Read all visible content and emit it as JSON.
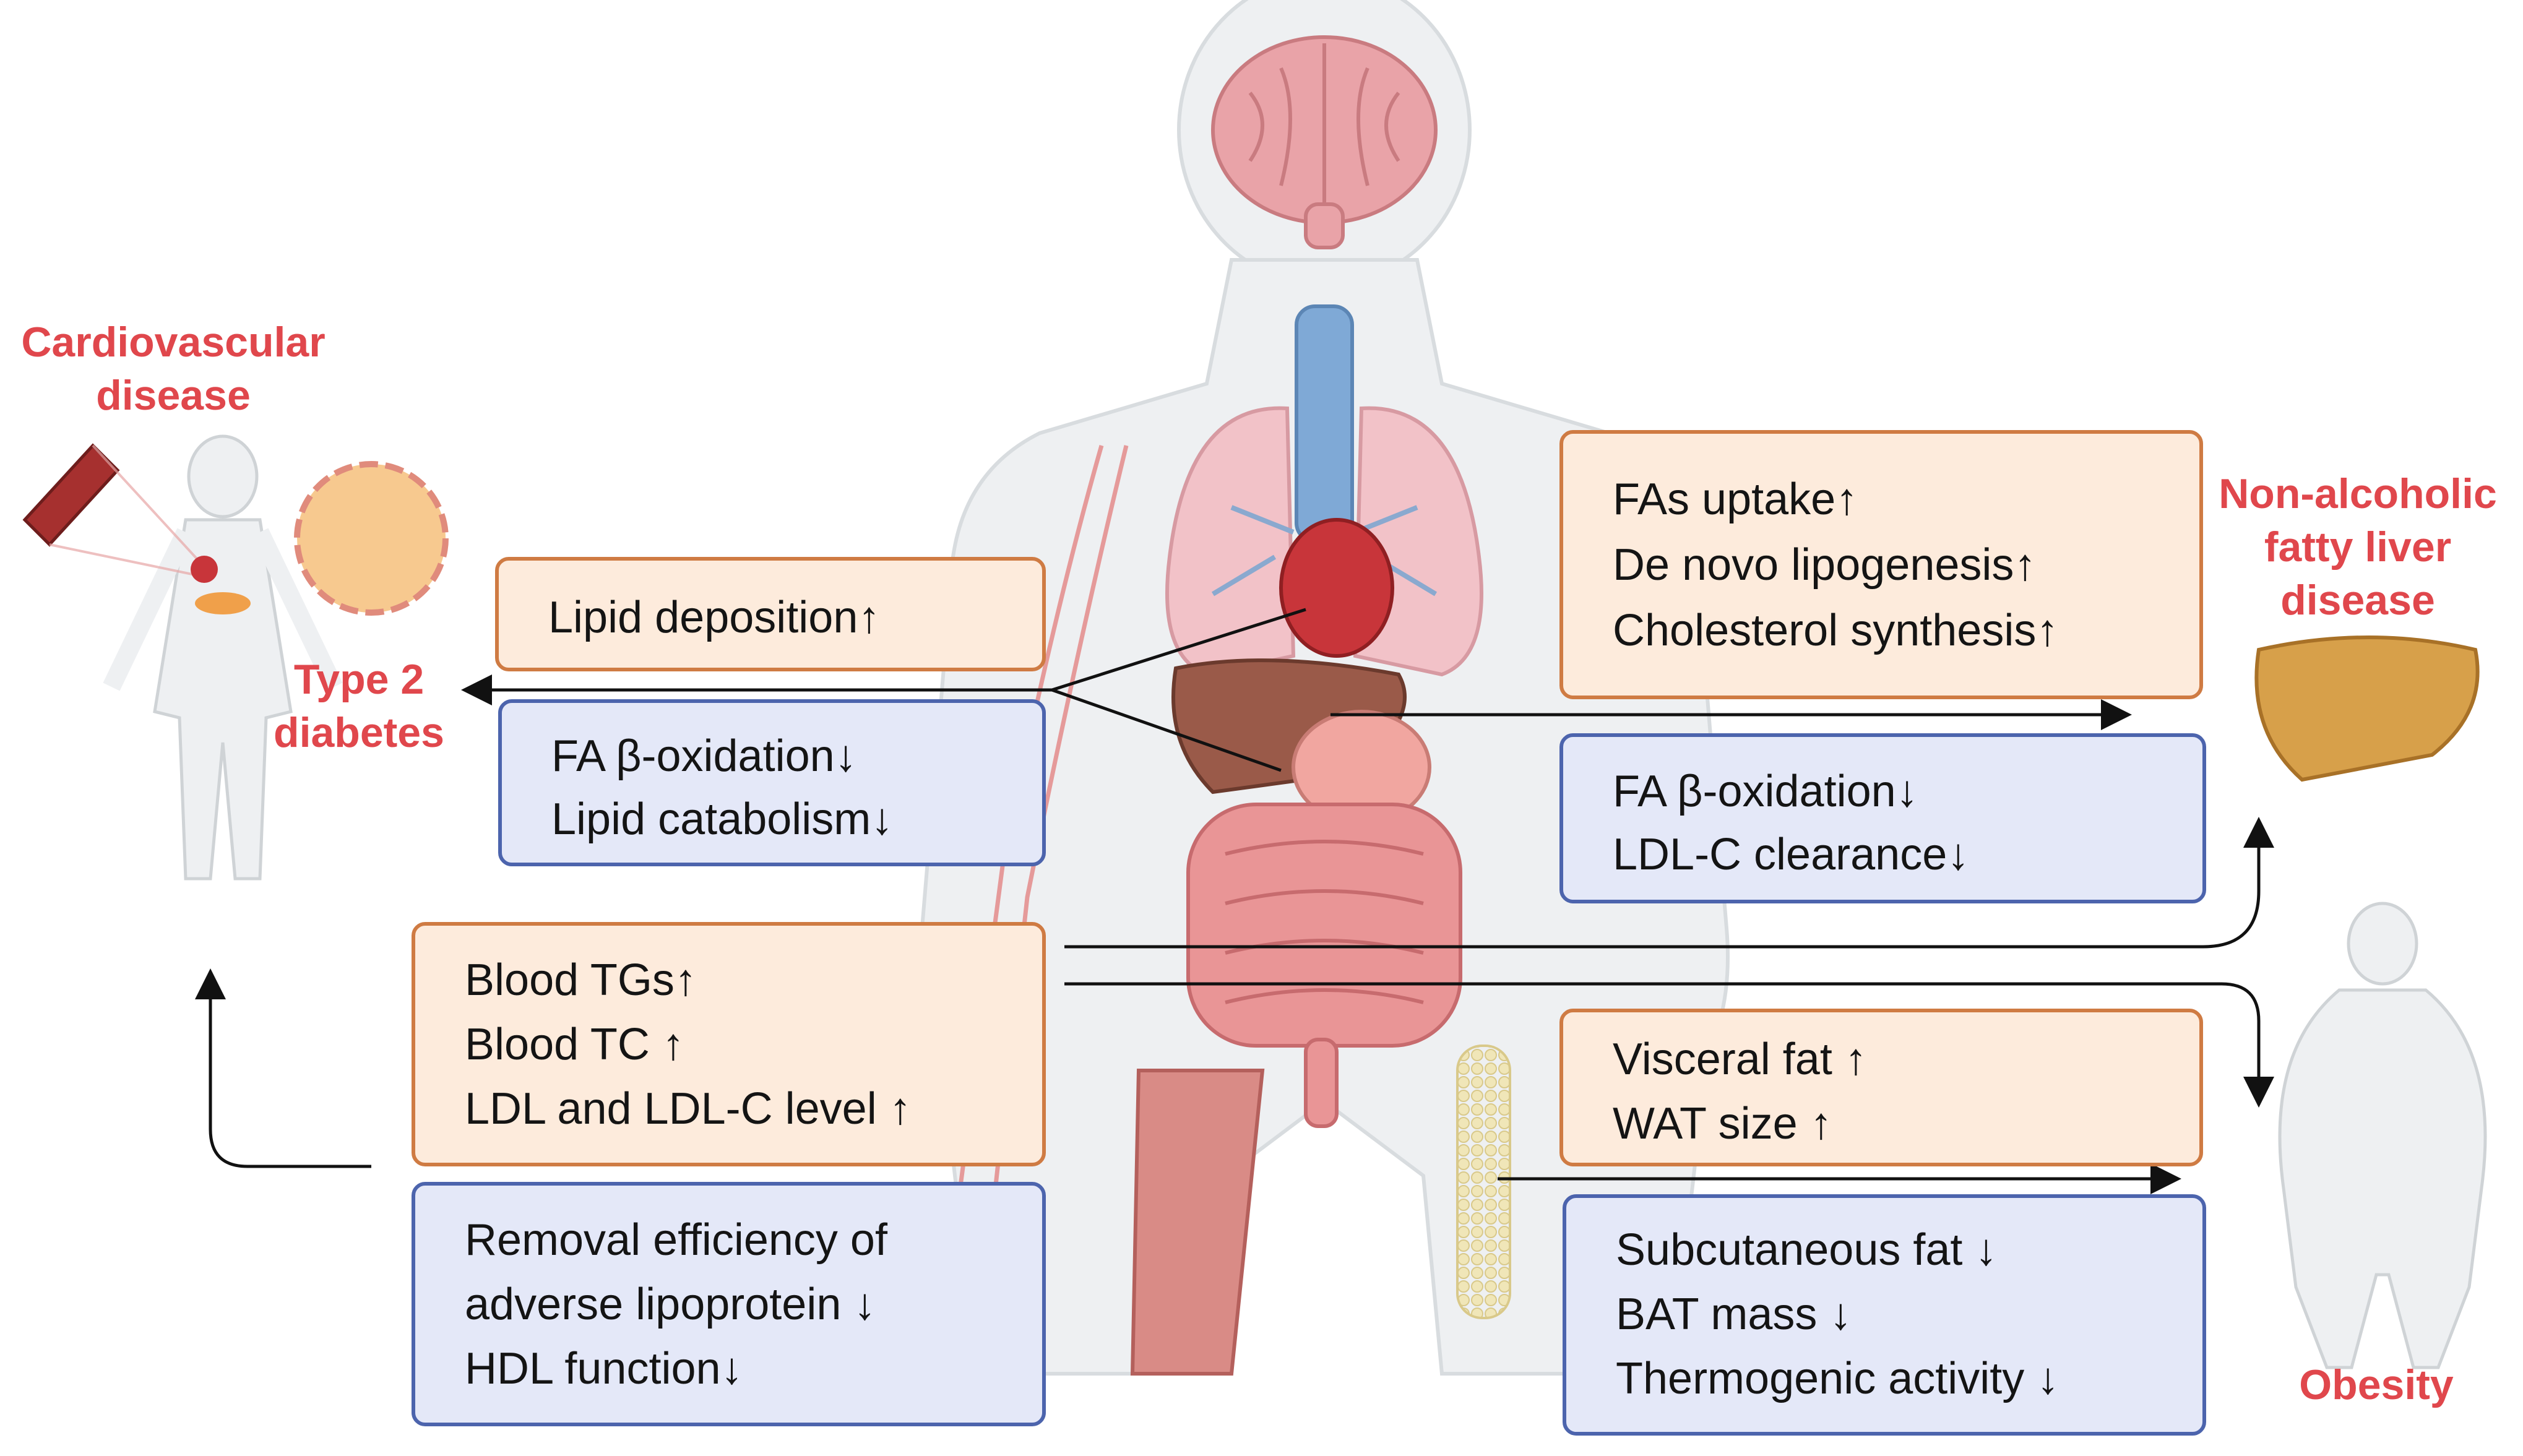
{
  "diseases": {
    "cardiovascular": [
      "Cardiovascular",
      "disease"
    ],
    "type2": [
      "Type 2",
      "diabetes"
    ],
    "nafld": [
      "Non-alcoholic",
      "fatty liver",
      "disease"
    ],
    "obesity": "Obesity"
  },
  "boxes": {
    "lipid_deposition": [
      "Lipid deposition↑"
    ],
    "muscle_down": [
      "FA β-oxidation↓",
      "Lipid catabolism↓"
    ],
    "blood_up": [
      "Blood TGs↑",
      "Blood TC ↑",
      "LDL and LDL-C level ↑"
    ],
    "blood_down": [
      "Removal efficiency of",
      "adverse lipoprotein ↓",
      "HDL function↓"
    ],
    "liver_up": [
      "FAs uptake↑",
      "De novo lipogenesis↑",
      "Cholesterol synthesis↑"
    ],
    "liver_down": [
      "FA β-oxidation↓",
      "LDL-C clearance↓"
    ],
    "fat_up": [
      "Visceral fat ↑",
      "WAT size ↑"
    ],
    "fat_down": [
      "Subcutaneous fat ↓",
      "BAT mass ↓",
      "Thermogenic activity ↓"
    ]
  },
  "colors": {
    "increase_fill": "#fdebdc",
    "increase_border": "#cf7b43",
    "decrease_fill": "#e4e8f8",
    "decrease_border": "#4c64ad",
    "disease_text": "#e0474c"
  }
}
